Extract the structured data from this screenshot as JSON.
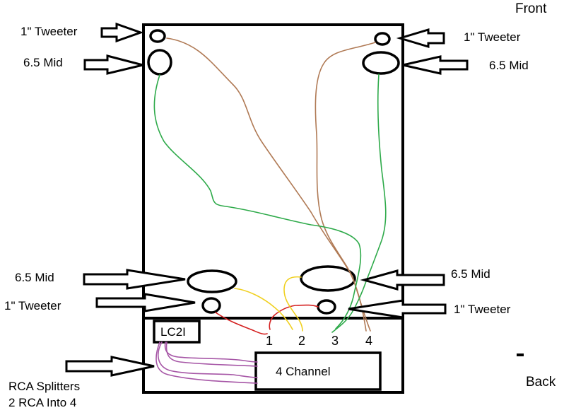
{
  "labels": {
    "front": "Front",
    "back": "Back",
    "tweeter_tl": "1\" Tweeter",
    "mid_tl": "6.5 Mid",
    "tweeter_tr": "1\" Tweeter",
    "mid_tr": "6.5 Mid",
    "mid_bl": "6.5 Mid",
    "tweeter_bl": "1\" Tweeter",
    "mid_br": "6.5 Mid",
    "tweeter_br": "1\" Tweeter",
    "lc2i": "LC2I",
    "amp": "4 Channel",
    "rca_line1": "RCA Splitters",
    "rca_line2": "2 RCA Into 4"
  },
  "channels": [
    "1",
    "2",
    "3",
    "4"
  ],
  "colors": {
    "outline": "#000000",
    "speaker_wire_brown": "#b07a55",
    "speaker_wire_green": "#2eaa4a",
    "speaker_wire_red": "#d42020",
    "speaker_wire_yellow": "#f0d020",
    "rca_wire_purple": "#a656a6"
  }
}
